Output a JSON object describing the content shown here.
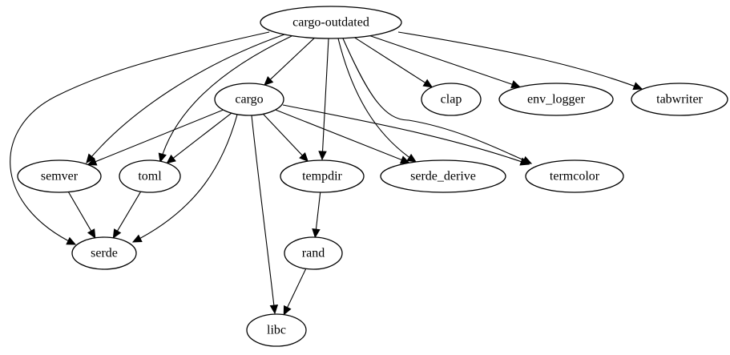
{
  "diagram": {
    "nodes": [
      {
        "id": "cargo-outdated",
        "label": "cargo-outdated"
      },
      {
        "id": "cargo",
        "label": "cargo"
      },
      {
        "id": "clap",
        "label": "clap"
      },
      {
        "id": "env_logger",
        "label": "env_logger"
      },
      {
        "id": "tabwriter",
        "label": "tabwriter"
      },
      {
        "id": "semver",
        "label": "semver"
      },
      {
        "id": "toml",
        "label": "toml"
      },
      {
        "id": "tempdir",
        "label": "tempdir"
      },
      {
        "id": "serde_derive",
        "label": "serde_derive"
      },
      {
        "id": "termcolor",
        "label": "termcolor"
      },
      {
        "id": "serde",
        "label": "serde"
      },
      {
        "id": "rand",
        "label": "rand"
      },
      {
        "id": "libc",
        "label": "libc"
      }
    ],
    "edges": [
      {
        "from": "cargo-outdated",
        "to": "cargo"
      },
      {
        "from": "cargo-outdated",
        "to": "clap"
      },
      {
        "from": "cargo-outdated",
        "to": "env_logger"
      },
      {
        "from": "cargo-outdated",
        "to": "tabwriter"
      },
      {
        "from": "cargo-outdated",
        "to": "semver"
      },
      {
        "from": "cargo-outdated",
        "to": "toml"
      },
      {
        "from": "cargo-outdated",
        "to": "tempdir"
      },
      {
        "from": "cargo-outdated",
        "to": "serde_derive"
      },
      {
        "from": "cargo-outdated",
        "to": "termcolor"
      },
      {
        "from": "cargo-outdated",
        "to": "serde"
      },
      {
        "from": "cargo",
        "to": "semver"
      },
      {
        "from": "cargo",
        "to": "toml"
      },
      {
        "from": "cargo",
        "to": "tempdir"
      },
      {
        "from": "cargo",
        "to": "serde_derive"
      },
      {
        "from": "cargo",
        "to": "termcolor"
      },
      {
        "from": "cargo",
        "to": "serde"
      },
      {
        "from": "cargo",
        "to": "libc"
      },
      {
        "from": "semver",
        "to": "serde"
      },
      {
        "from": "toml",
        "to": "serde"
      },
      {
        "from": "tempdir",
        "to": "rand"
      },
      {
        "from": "rand",
        "to": "libc"
      }
    ]
  }
}
